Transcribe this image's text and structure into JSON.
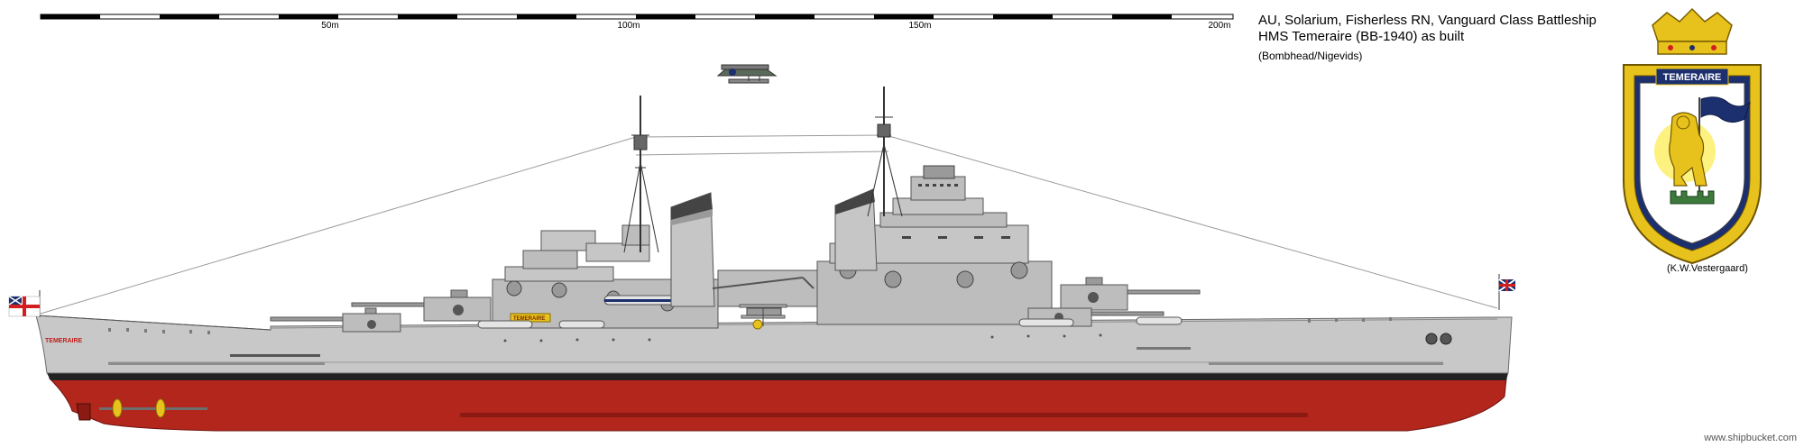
{
  "caption": {
    "line1": "AU, Solarium, Fisherless RN, Vanguard Class Battleship",
    "line2": "HMS Temeraire (BB-1940) as built",
    "line3": "(Bombhead/Nigevids)"
  },
  "scale": {
    "labels": [
      "50m",
      "100m",
      "150m",
      "200m"
    ]
  },
  "hull": {
    "name_on_bow": "TEMERAIRE",
    "name_on_boat": "TEMERAIRE"
  },
  "badge": {
    "ship_name": "TEMERAIRE",
    "credit": "(K.W.Vestergaard)"
  },
  "watermark": "www.shipbucket.com",
  "colors": {
    "hull_grey": "#c8c8c8",
    "superstructure_grey": "#bdbdbd",
    "dark_grey": "#7a7a7a",
    "antifouling_red": "#b2261c",
    "boot_topping": "#222222",
    "gold": "#e8c21c",
    "navy_blue": "#1c2f6e",
    "ensign_red": "#d21e1e"
  }
}
